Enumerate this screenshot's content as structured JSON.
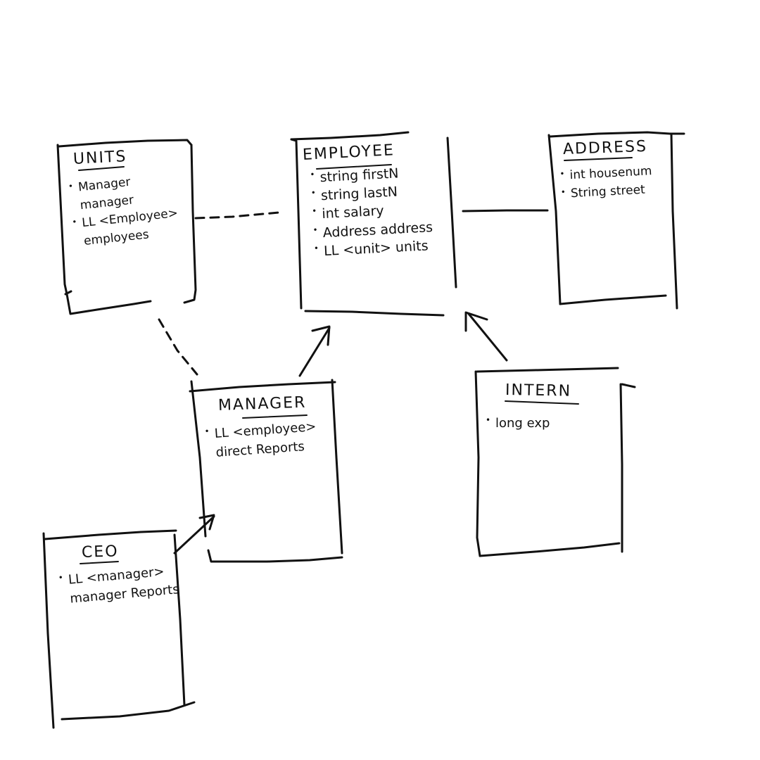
{
  "diagram": {
    "stroke_color": "#111111",
    "background": "#ffffff",
    "boxes": {
      "units": {
        "title": "UNITS",
        "attributes": [
          "Manager\nmanager",
          "LL <Employee>\nemployees"
        ]
      },
      "employee": {
        "title": "EMPLOYEE",
        "attributes": [
          "string firstN",
          "string lastN",
          "int salary",
          "Address address",
          "LL <unit> units"
        ]
      },
      "address": {
        "title": "ADDRESS",
        "attributes": [
          "int housenum",
          "String street"
        ]
      },
      "manager": {
        "title": "MANAGER",
        "attributes": [
          "LL <employee>\ndirect Reports"
        ]
      },
      "intern": {
        "title": "INTERN",
        "attributes": [
          "long exp"
        ]
      },
      "ceo": {
        "title": "CEO",
        "attributes": [
          "LL <manager>\nmanager Reports"
        ]
      }
    },
    "connections": [
      {
        "from": "units",
        "to": "employee",
        "style": "dashed",
        "arrow": false
      },
      {
        "from": "employee",
        "to": "address",
        "style": "solid",
        "arrow": false
      },
      {
        "from": "units",
        "to": "manager",
        "style": "dashed",
        "arrow": false
      },
      {
        "from": "manager",
        "to": "employee",
        "style": "solid",
        "arrow": true
      },
      {
        "from": "intern",
        "to": "employee",
        "style": "solid",
        "arrow": true
      },
      {
        "from": "ceo",
        "to": "manager",
        "style": "solid",
        "arrow": true
      }
    ]
  }
}
